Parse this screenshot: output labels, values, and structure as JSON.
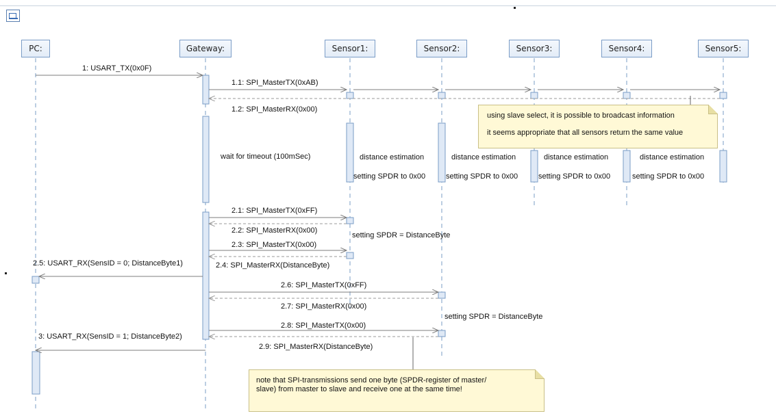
{
  "lifelines": [
    {
      "label": "PC:"
    },
    {
      "label": "Gateway:"
    },
    {
      "label": "Sensor1:"
    },
    {
      "label": "Sensor2:"
    },
    {
      "label": "Sensor3:"
    },
    {
      "label": "Sensor4:"
    },
    {
      "label": "Sensor5:"
    }
  ],
  "messages": {
    "m1": "1: USART_TX(0x0F)",
    "m1_1": "1.1: SPI_MasterTX(0xAB)",
    "m1_2": "1.2: SPI_MasterRX(0x00)",
    "m2_1": "2.1: SPI_MasterTX(0xFF)",
    "m2_2": "2.2: SPI_MasterRX(0x00)",
    "m2_3": "2.3: SPI_MasterTX(0x00)",
    "m2_4": "2.4: SPI_MasterRX(DistanceByte)",
    "m2_5": "2.5: USART_RX(SensID = 0; DistanceByte1)",
    "m2_6": "2.6: SPI_MasterTX(0xFF)",
    "m2_7": "2.7: SPI_MasterRX(0x00)",
    "m2_8": "2.8: SPI_MasterTX(0x00)",
    "m2_9": "2.9: SPI_MasterRX(DistanceByte)",
    "m3": "3: USART_RX(SensID = 1; DistanceByte2)"
  },
  "annotations": {
    "wait": "wait for timeout (100mSec)",
    "distance_estimation": "distance estimation",
    "setting_spdr": "setting SPDR to 0x00",
    "spdr_distance": "setting SPDR = DistanceByte"
  },
  "notes": {
    "broadcast_line1": "using slave select, it is possible to broadcast information",
    "broadcast_line2": "it seems appropriate that all sensors return the same value",
    "spi_line1": "note that SPI-transmissions send one byte (SPDR-register of master/",
    "spi_line2": "slave) from master to slave and receive one at the same time!"
  },
  "colors": {
    "lifeline": "#7a9cc6",
    "activation_fill": "#dfe9f6",
    "arrow": "#7d7d7d",
    "note_fill": "#fff9d6"
  }
}
